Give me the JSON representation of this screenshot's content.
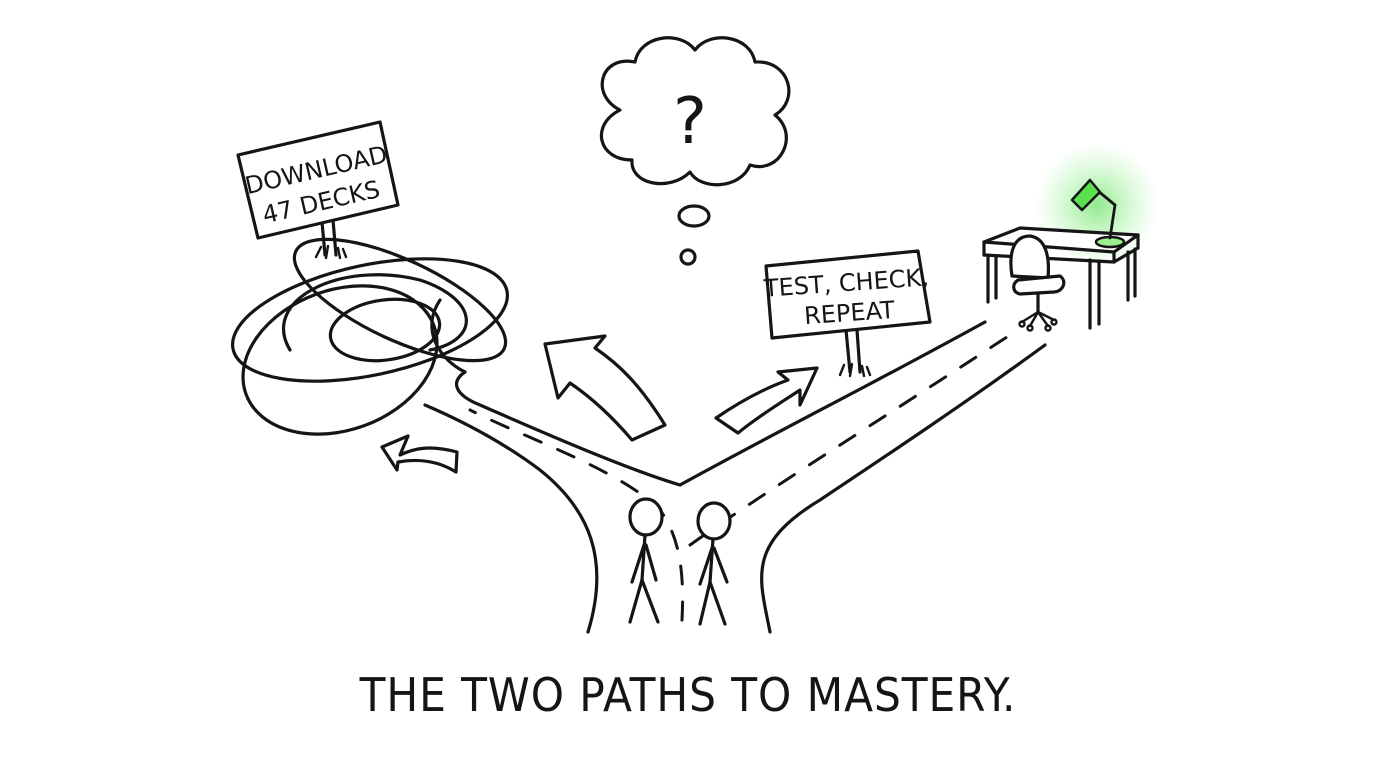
{
  "signs": {
    "left_line1": "DOWNLOAD",
    "left_line2": "47 DECKS",
    "right_line1": "TEST, CHECK,",
    "right_line2": "REPEAT"
  },
  "thought_bubble": {
    "symbol": "?"
  },
  "caption": "THE TWO PATHS TO MASTERY.",
  "colors": {
    "ink": "#151515",
    "lamp_glow": "#39d62f",
    "background": "#ffffff"
  },
  "icons": [
    "thought-bubble-icon",
    "tangle-icon",
    "desk-icon",
    "chair-icon",
    "lamp-icon",
    "stick-figure-icon",
    "arrow-icon"
  ]
}
